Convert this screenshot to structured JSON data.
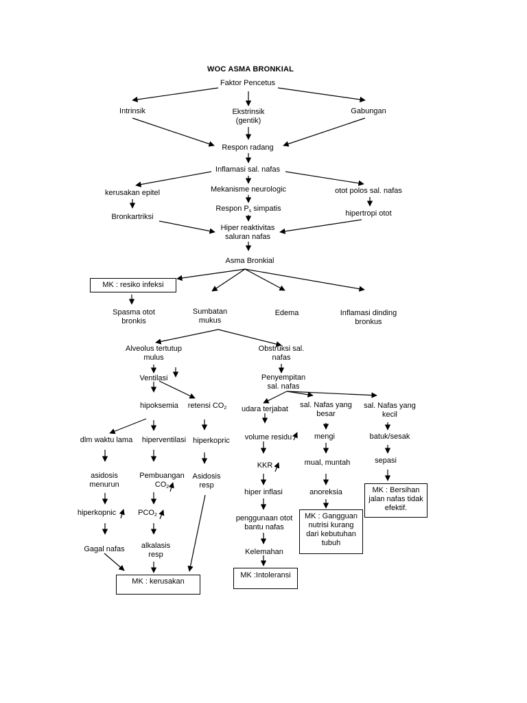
{
  "title": "WOC  ASMA BRONKIAL",
  "nodes": {
    "faktor": "Faktor Pencetus",
    "intrinsik": "Intrinsik",
    "ekstrinsik_1": "Ekstrinsik",
    "ekstrinsik_2": "(gentik)",
    "gabungan": "Gabungan",
    "respon_radang": "Respon radang",
    "inflamasi": "Inflamasi sal. nafas",
    "kerusakan_epitel": "kerusakan epitel",
    "mekanisme": "Mekanisme neurologic",
    "otot_polos": "otot polos sal. nafas",
    "respon_ps_main": "Respon P",
    "respon_ps_sub": "s",
    "respon_ps_rest": " simpatis",
    "bronkartriksi": "Bronkartriksi",
    "hipertropi": "hipertropi otot",
    "hiper_reaktivitas_1": "Hiper reaktivitas",
    "hiper_reaktivitas_2": "saluran nafas",
    "asma": "Asma Bronkial",
    "mk_resiko": "MK : resiko infeksi",
    "spasma_1": "Spasma otot",
    "spasma_2": "bronkis",
    "sumbatan_1": "Sumbatan",
    "sumbatan_2": "mukus",
    "edema": "Edema",
    "inflamasi_dinding_1": "Inflamasi dinding",
    "inflamasi_dinding_2": "bronkus",
    "alveolus_1": "Alveolus tertutup",
    "alveolus_2": "mulus",
    "obstruksi_1": "Obstruksi sal.",
    "obstruksi_2": "nafas",
    "ventilasi": "Ventilasi",
    "penyempitan_1": "Penyempitan",
    "penyempitan_2": "sal. nafas",
    "hipoksemia": "hipoksemia",
    "retensi_main": "retensi CO",
    "retensi_sub": "2",
    "udara": "udara terjabat",
    "nafas_besar_1": "sal. Nafas yang",
    "nafas_besar_2": "besar",
    "nafas_kecil_1": "sal. Nafas yang",
    "nafas_kecil_2": "kecil",
    "dlm_waktu": "dlm waktu lama",
    "hiperventilasi": "hiperventilasi",
    "hiperkopric": "hiperkopric",
    "volume_residu": "volume residu",
    "mengi": "mengi",
    "batuk": "batuk/sesak",
    "kkr": "KKR",
    "mual": "mual, muntah",
    "sepasi": "sepasi",
    "asidosis_menurun_1": "asidosis",
    "asidosis_menurun_2": "menurun",
    "pembuangan_1": "Pembuangan",
    "pembuangan_2_main": "CO",
    "pembuangan_2_sub": "2",
    "asidosis_resp_1": "Asidosis",
    "asidosis_resp_2": "resp",
    "hiper_inflasi": "hiper inflasi",
    "anoreksia": "anoreksia",
    "mk_bersihan_1": "MK : Bersihan",
    "mk_bersihan_2": "jalan nafas tidak",
    "mk_bersihan_3": "efektif.",
    "hiperkopnic": "hiperkopnic",
    "pco2_main": "PCO",
    "pco2_sub": "2",
    "penggunaan_1": "penggunaan otot",
    "penggunaan_2": "bantu nafas",
    "mk_gangguan_1": "MK : Gangguan",
    "mk_gangguan_2": "nutrisi kurang",
    "mk_gangguan_3": "dari kebutuhan",
    "mk_gangguan_4": "tubuh",
    "gagal_nafas": "Gagal nafas",
    "alkalasis_1": "alkalasis",
    "alkalasis_2": "resp",
    "kelemahan": "Kelemahan",
    "mk_kerusakan": "MK : kerusakan",
    "mk_intoleransi": "MK :Intoleransi"
  },
  "colors": {
    "ink": "#000000",
    "paper": "#ffffff"
  }
}
